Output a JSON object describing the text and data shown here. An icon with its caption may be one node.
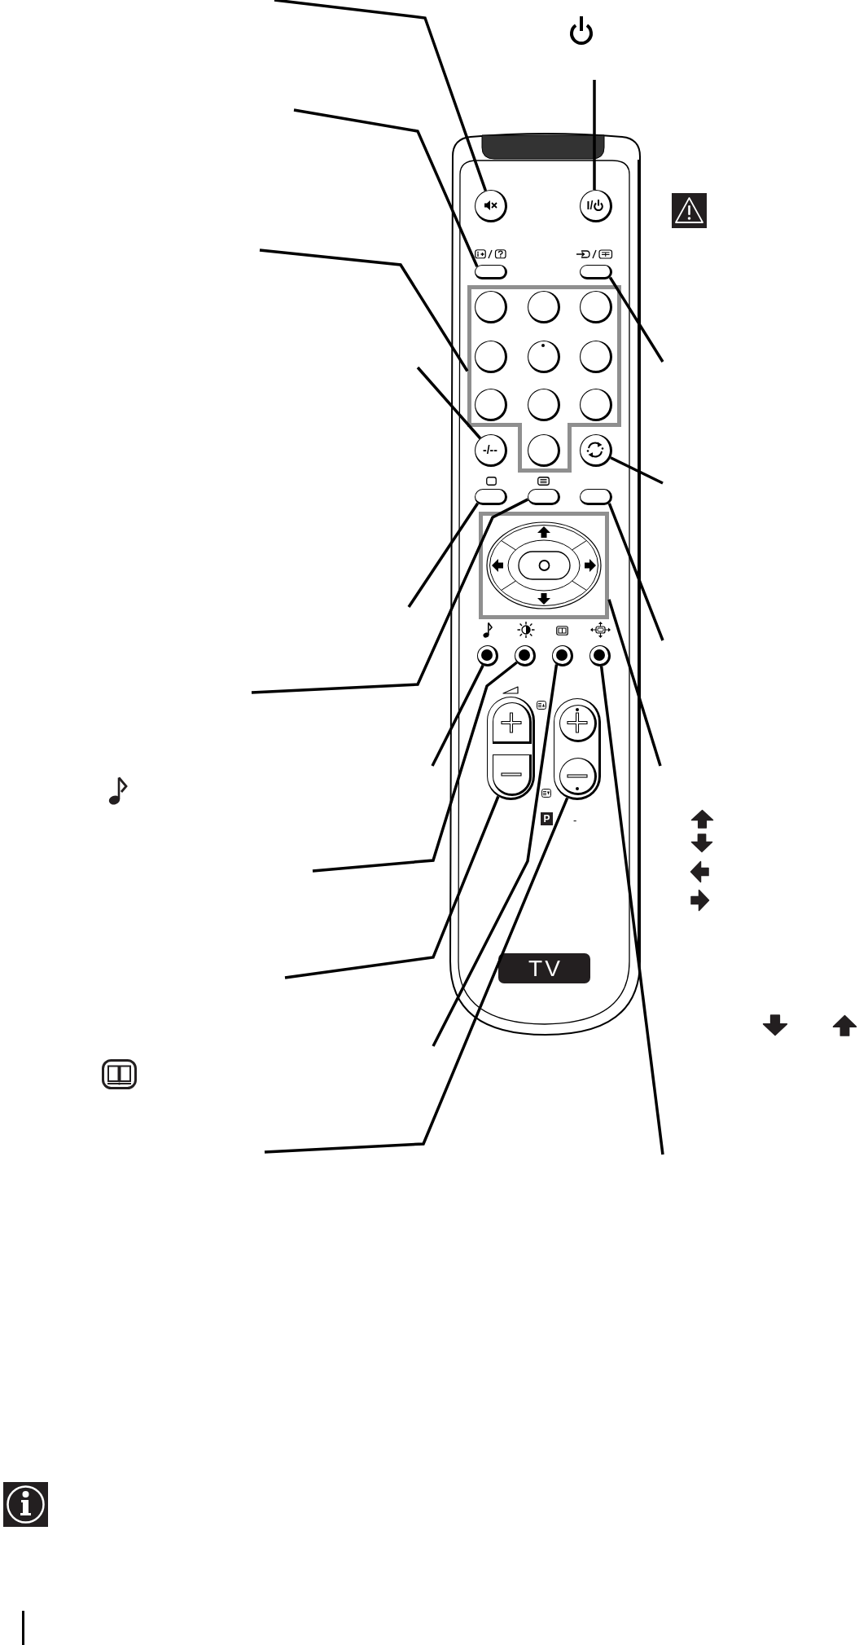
{
  "diagram": {
    "nodes": [
      {
        "text": [],
        "shape": "circle"
      },
      {
        "text": [
          "I/"
        ]
      },
      {
        "text": [],
        "shape": "box"
      },
      {
        "text": [],
        "shape": "box"
      },
      {
        "text": [],
        "shape": "box"
      },
      {
        "text": [],
        "shape": "circle",
        "in": 4
      },
      {
        "text": [],
        "shape": "circle",
        "in": 4
      },
      {
        "text": [],
        "shape": "circle",
        "in": 4
      },
      {
        "text": [],
        "shape": "circle",
        "in": 4
      },
      {
        "text": [],
        "shape": "circle",
        "in": 4
      },
      {
        "text": [],
        "shape": "circle",
        "in": 4
      },
      {
        "text": [],
        "shape": "circle",
        "in": 4
      },
      {
        "text": [],
        "shape": "circle",
        "in": 4
      },
      {
        "text": [],
        "shape": "circle",
        "in": 4
      },
      {
        "text": [
          "-/--"
        ]
      },
      {
        "text": [],
        "shape": "circle",
        "in": 4
      },
      {
        "text": [],
        "shape": "circle"
      },
      {
        "text": [],
        "shape": "box"
      },
      {
        "text": [],
        "shape": "box"
      },
      {
        "text": [],
        "shape": "box"
      },
      {
        "text": [],
        "shape": "box"
      },
      {
        "text": [],
        "shape": "circle"
      },
      {
        "text": [],
        "shape": "circle"
      },
      {
        "text": [],
        "shape": "circle"
      },
      {
        "text": [],
        "shape": "circle"
      },
      {
        "text": [],
        "shape": "box"
      },
      {
        "text": [],
        "shape": "box",
        "in": 25
      },
      {
        "text": [],
        "shape": "box",
        "in": 25
      },
      {
        "text": [],
        "shape": "box"
      },
      {
        "text": [],
        "shape": "circle",
        "in": 28
      },
      {
        "text": [],
        "shape": "circle",
        "in": 28
      },
      {
        "text": [
          "TV"
        ]
      }
    ],
    "edges": [
      {
        "from": null,
        "to": 0,
        "arrow": "none"
      },
      {
        "from": null,
        "to": 1,
        "arrow": "none"
      },
      {
        "from": null,
        "to": 2,
        "arrow": "none"
      },
      {
        "from": null,
        "to": 3,
        "arrow": "none"
      },
      {
        "from": null,
        "to": 4,
        "arrow": "none"
      },
      {
        "from": null,
        "to": 14,
        "arrow": "none"
      },
      {
        "from": null,
        "to": 16,
        "arrow": "none"
      },
      {
        "from": null,
        "to": 17,
        "arrow": "none"
      },
      {
        "from": null,
        "to": 18,
        "arrow": "none"
      },
      {
        "from": null,
        "to": 19,
        "arrow": "none"
      },
      {
        "from": null,
        "to": 20,
        "arrow": "none"
      },
      {
        "from": null,
        "to": 21,
        "arrow": "none"
      },
      {
        "from": null,
        "to": 22,
        "arrow": "none"
      },
      {
        "from": null,
        "to": 23,
        "arrow": "none"
      },
      {
        "from": null,
        "to": 24,
        "arrow": "none"
      },
      {
        "from": null,
        "to": 25,
        "arrow": "none"
      },
      {
        "from": null,
        "to": 28,
        "arrow": "none"
      }
    ],
    "labels": [
      "P",
      "-"
    ]
  }
}
